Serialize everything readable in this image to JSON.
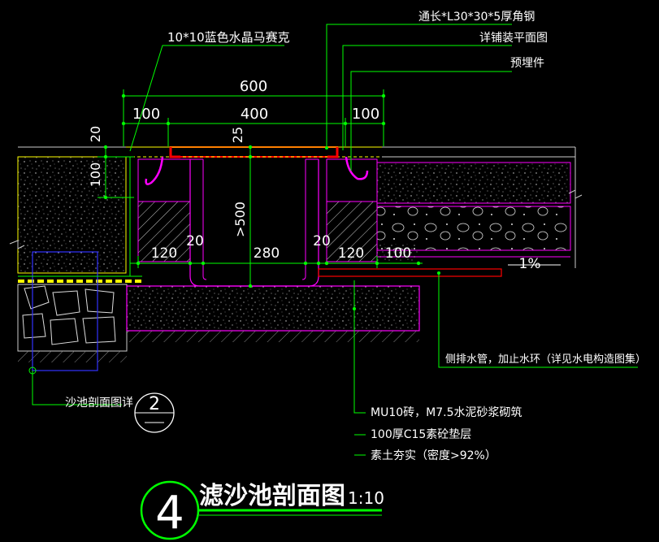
{
  "callouts": {
    "angle_steel": "通长*L30*30*5厚角钢",
    "grate_plan": "详铺装平面图",
    "embedded": "预埋件",
    "mosaic": "10*10蓝色水晶马赛克",
    "drain_pipe": "侧排水管，加止水环（详见水电构造图集）",
    "brick": "MU10砖，M7.5水泥砂浆砌筑",
    "concrete": "100厚C15素砼垫层",
    "soil": "素土夯实（密度>92%）",
    "sand_pit": "沙池剖面图详"
  },
  "dimensions": {
    "d600": "600",
    "d100_left": "100",
    "d400": "400",
    "d100_right": "100",
    "d20_top": "20",
    "d25": "25",
    "d100_side": "100",
    "d500": ">500",
    "d120_left": "120",
    "d20_left": "20",
    "d280": "280",
    "d20_right": "20",
    "d120_right": "120",
    "d100_bottom": "100",
    "slope": "1%"
  },
  "title": {
    "number": "4",
    "text": "滤沙池剖面图",
    "scale": "1:10",
    "ref_number": "2"
  },
  "colors": {
    "magenta": "#ff00ff",
    "green": "#00ff00",
    "red": "#ff0000",
    "yellow": "#ffff00",
    "blue": "#3333ff",
    "white": "#ffffff"
  }
}
